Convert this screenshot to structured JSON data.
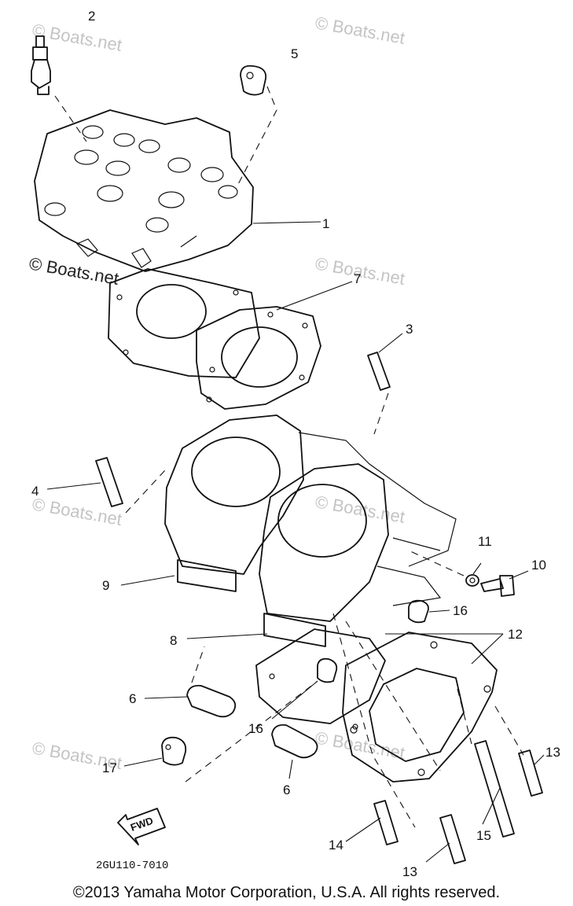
{
  "callouts": {
    "c1": "1",
    "c2": "2",
    "c3": "3",
    "c4": "4",
    "c5": "5",
    "c6a": "6",
    "c6b": "6",
    "c7": "7",
    "c8": "8",
    "c9": "9",
    "c10": "10",
    "c11": "11",
    "c12": "12",
    "c13a": "13",
    "c13b": "13",
    "c14": "14",
    "c15": "15",
    "c16a": "16",
    "c16b": "16",
    "c17": "17"
  },
  "watermarks": {
    "w1": "© Boats.net",
    "w2": "© Boats.net",
    "w3": "© Boats.net",
    "w4": "© Boats.net",
    "w5": "© Boats.net",
    "w6": "© Boats.net",
    "w7": "© Boats.net",
    "w8": "© Boats.net"
  },
  "fwd_label": "FWD",
  "diagram_code": "2GU110-7010",
  "copyright": "©2013 Yamaha Motor Corporation, U.S.A. All rights reserved."
}
